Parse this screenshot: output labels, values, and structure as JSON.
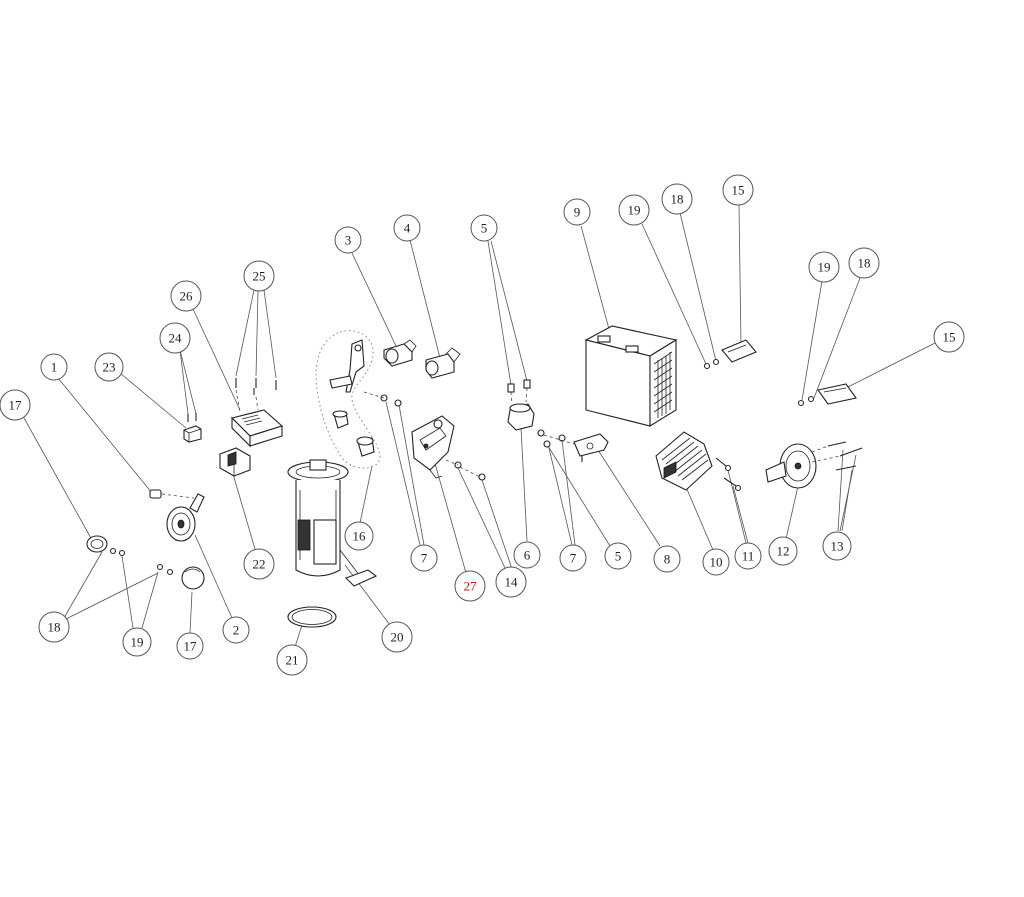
{
  "diagram": {
    "callouts": [
      {
        "id": "c1",
        "label": "1"
      },
      {
        "id": "c2",
        "label": "2"
      },
      {
        "id": "c3",
        "label": "3"
      },
      {
        "id": "c4",
        "label": "4"
      },
      {
        "id": "c5a",
        "label": "5"
      },
      {
        "id": "c5b",
        "label": "5"
      },
      {
        "id": "c6",
        "label": "6"
      },
      {
        "id": "c7a",
        "label": "7"
      },
      {
        "id": "c7b",
        "label": "7"
      },
      {
        "id": "c8",
        "label": "8"
      },
      {
        "id": "c9",
        "label": "9"
      },
      {
        "id": "c10",
        "label": "10"
      },
      {
        "id": "c11",
        "label": "11"
      },
      {
        "id": "c12",
        "label": "12"
      },
      {
        "id": "c13",
        "label": "13"
      },
      {
        "id": "c14",
        "label": "14"
      },
      {
        "id": "c15a",
        "label": "15"
      },
      {
        "id": "c15b",
        "label": "15"
      },
      {
        "id": "c16",
        "label": "16"
      },
      {
        "id": "c17a",
        "label": "17"
      },
      {
        "id": "c17b",
        "label": "17"
      },
      {
        "id": "c18a",
        "label": "18"
      },
      {
        "id": "c18b",
        "label": "18"
      },
      {
        "id": "c18c",
        "label": "18"
      },
      {
        "id": "c19a",
        "label": "19"
      },
      {
        "id": "c19b",
        "label": "19"
      },
      {
        "id": "c19c",
        "label": "19"
      },
      {
        "id": "c20",
        "label": "20"
      },
      {
        "id": "c21",
        "label": "21"
      },
      {
        "id": "c22",
        "label": "22"
      },
      {
        "id": "c23",
        "label": "23"
      },
      {
        "id": "c24",
        "label": "24"
      },
      {
        "id": "c25",
        "label": "25"
      },
      {
        "id": "c26",
        "label": "26"
      },
      {
        "id": "c27",
        "label": "27",
        "highlight": true
      }
    ],
    "colors": {
      "line": "#222222",
      "callout_border": "#555555",
      "highlight": "#e01010"
    }
  }
}
